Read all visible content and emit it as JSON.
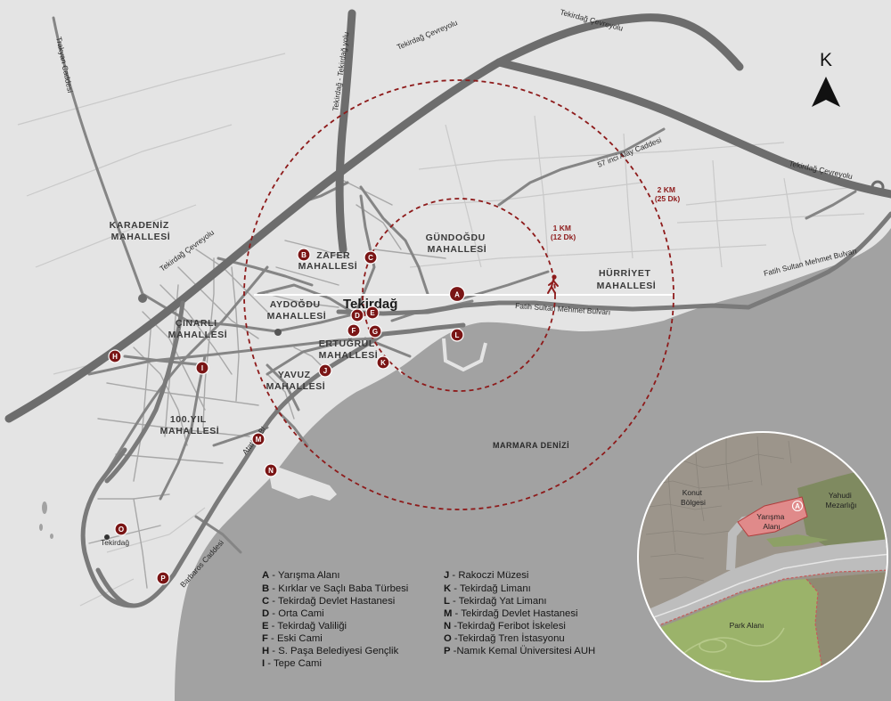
{
  "city": {
    "name": "Tekirdağ"
  },
  "sea": {
    "name": "MARMARA DENİZİ"
  },
  "north": {
    "label": "K"
  },
  "rings": [
    {
      "label": "1 KM",
      "sub": "(12 Dk)"
    },
    {
      "label": "2 KM",
      "sub": "(25 Dk)"
    }
  ],
  "neighborhoods": [
    {
      "id": "karadeniz",
      "line1": "KARADENİZ",
      "line2": "MAHALLESİ"
    },
    {
      "id": "zafer",
      "line1": "ZAFER",
      "line2": "MAHALLESİ"
    },
    {
      "id": "gundogdu",
      "line1": "GÜNDOĞDU",
      "line2": "MAHALLESİ"
    },
    {
      "id": "hurriyet",
      "line1": "HÜRRİYET",
      "line2": "MAHALLESİ"
    },
    {
      "id": "aydogdu",
      "line1": "AYDOĞDU",
      "line2": "MAHALLESİ"
    },
    {
      "id": "cinarli",
      "line1": "ÇINARLI",
      "line2": "MAHALLESİ"
    },
    {
      "id": "ertugrul",
      "line1": "ERTUĞRUL",
      "line2": "MAHALLESİ"
    },
    {
      "id": "yavuz",
      "line1": "YAVUZ",
      "line2": "MAHALLESİ"
    },
    {
      "id": "yuzuncuyil",
      "line1": "100.YIL",
      "line2": "MAHALLESİ"
    }
  ],
  "roads": [
    {
      "id": "trakya",
      "label": "Trakyan Caddesi"
    },
    {
      "id": "cevreyolu-n",
      "label": "Tekirdağ Çevreyolu"
    },
    {
      "id": "cevreyolu-ne",
      "label": "Tekirdağ Çevreyolu"
    },
    {
      "id": "cevreyolu-w",
      "label": "Tekirdağ Çevreyolu"
    },
    {
      "id": "cevreyolu-e",
      "label": "Tekirdağ Çevreyolu"
    },
    {
      "id": "vertical",
      "label": "Tekirdağ - Tekirdağ yolu"
    },
    {
      "id": "inci-alay",
      "label": "57 inci Alay Caddesi"
    },
    {
      "id": "fsmb-e",
      "label": "Fatih Sultan Mehmet Bulvarı"
    },
    {
      "id": "fsmb-c",
      "label": "Fatih Sultan Mehmet Bulvarı"
    },
    {
      "id": "ataturk",
      "label": "Atatürk Bl."
    },
    {
      "id": "barbaros",
      "label": "Barbaros Caddesi"
    },
    {
      "id": "tekirdag-stn",
      "label": "Tekirdağ"
    }
  ],
  "markers": [
    {
      "id": "A",
      "letter": "A"
    },
    {
      "id": "B",
      "letter": "B"
    },
    {
      "id": "C",
      "letter": "C"
    },
    {
      "id": "D",
      "letter": "D"
    },
    {
      "id": "E",
      "letter": "E"
    },
    {
      "id": "F",
      "letter": "F"
    },
    {
      "id": "G",
      "letter": "G"
    },
    {
      "id": "H",
      "letter": "H"
    },
    {
      "id": "I",
      "letter": "I"
    },
    {
      "id": "J",
      "letter": "J"
    },
    {
      "id": "K",
      "letter": "K"
    },
    {
      "id": "L",
      "letter": "L"
    },
    {
      "id": "M",
      "letter": "M"
    },
    {
      "id": "N",
      "letter": "N"
    },
    {
      "id": "O",
      "letter": "O"
    },
    {
      "id": "P",
      "letter": "P"
    }
  ],
  "inset": {
    "konut": {
      "line1": "Konut",
      "line2": "Bölgesi"
    },
    "yahudi": {
      "line1": "Yahudi",
      "line2": "Mezarlığı"
    },
    "yarisma": {
      "line1": "Yarışma",
      "line2": "Alanı"
    },
    "park": {
      "label": "Park Alanı"
    },
    "marker": "A"
  },
  "legend": {
    "left": [
      {
        "key": "A",
        "text": " - Yarışma Alanı"
      },
      {
        "key": "B",
        "text": " - Kırklar ve Saçlı Baba Türbesi"
      },
      {
        "key": "C",
        "text": " - Tekirdağ Devlet Hastanesi"
      },
      {
        "key": "D",
        "text": " - Orta Cami"
      },
      {
        "key": "E",
        "text": " - Tekirdağ Valiliği"
      },
      {
        "key": "F",
        "text": " - Eski Cami"
      },
      {
        "key": "H",
        "text": " - S. Paşa Belediyesi Gençlik"
      },
      {
        "key": "I",
        "text": " - Tepe Cami"
      }
    ],
    "right": [
      {
        "key": "J",
        "text": " - Rakoczi Müzesi"
      },
      {
        "key": "K",
        "text": " - Tekirdağ Limanı"
      },
      {
        "key": "L",
        "text": " - Tekirdağ Yat Limanı"
      },
      {
        "key": "M",
        "text": " - Tekirdağ Devlet Hastanesi"
      },
      {
        "key": "N",
        "text": " -Tekirdağ Feribot İskelesi"
      },
      {
        "key": "O",
        "text": " -Tekirdağ Tren İstasyonu"
      },
      {
        "key": "P",
        "text": " -Namık Kemal Üniversitesi AUH"
      }
    ]
  },
  "colors": {
    "land": "#e4e4e4",
    "sea": "#a2a2a2",
    "roads": "#6d6d6d",
    "accent": "#7a1515",
    "ring": "#8e1b1b",
    "competition_area": "#e08a8a",
    "park": "#9bb36a",
    "cemetery": "#7f8a60",
    "housing": "#9c958b"
  }
}
